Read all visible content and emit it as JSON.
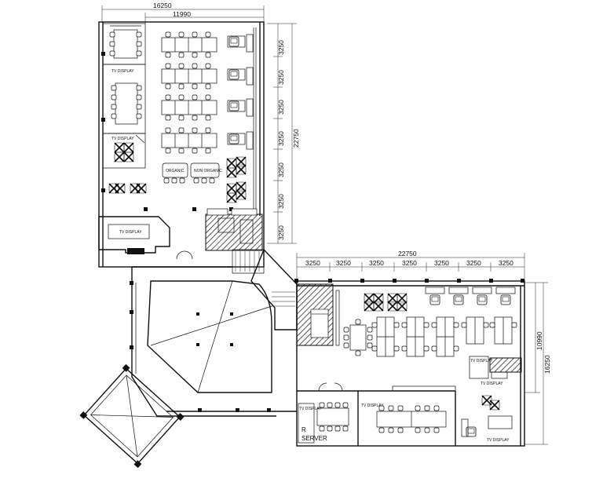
{
  "dimensions": {
    "top_overall": "16250",
    "top_inner": "11990",
    "right_overall": "22750",
    "right_segment": "3250",
    "bottom_overall": "22750",
    "bottom_segment": "3250",
    "far_right_overall": "16250",
    "far_right_inner": "10990"
  },
  "labels": {
    "tv_display_1": "TV DISPLAY",
    "tv_display_2": "TV DISPLAY",
    "tv_display_3": "TV DISPLAY",
    "tv_display_4": "TV DISPLAY",
    "tv_display_5": "TV DISPLAY",
    "tv_display_6": "TV DISPLAY",
    "tv_display_7": "TV DISPLAY",
    "tv_display_8": "TV DISPLAY",
    "organic": "ORGANIC",
    "non_organic": "NON ORGANIC",
    "server": "SERVER",
    "server_prefix": "R"
  },
  "colors": {
    "line": "#111111",
    "background": "#ffffff"
  }
}
